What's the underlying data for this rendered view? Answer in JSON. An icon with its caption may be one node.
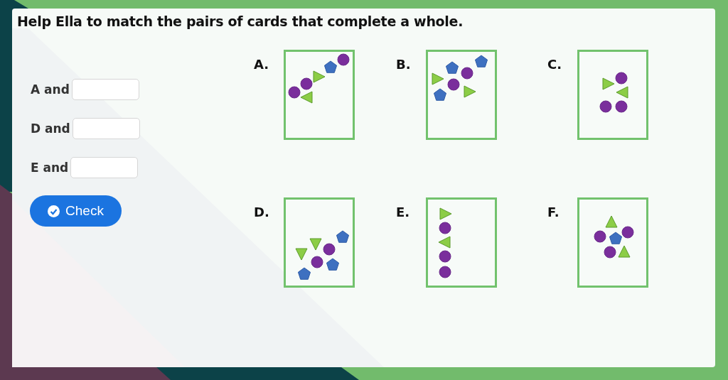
{
  "diagram": {
    "title": "Help Ella to match the pairs of cards that complete a whole.",
    "nodes": [
      {
        "text": [],
        "shape": "box",
        "beside": [
          "A."
        ]
      },
      {
        "text": [],
        "shape": "box",
        "beside": [
          "B."
        ]
      },
      {
        "text": [],
        "shape": "box",
        "beside": [
          "C."
        ]
      },
      {
        "text": [],
        "shape": "box",
        "beside": [
          "D."
        ]
      },
      {
        "text": [],
        "shape": "box",
        "beside": [
          "E."
        ]
      },
      {
        "text": [],
        "shape": "box",
        "beside": [
          "F."
        ]
      }
    ],
    "edges": [],
    "labels": [
      "A and",
      "D and",
      "E and",
      "Check"
    ]
  }
}
